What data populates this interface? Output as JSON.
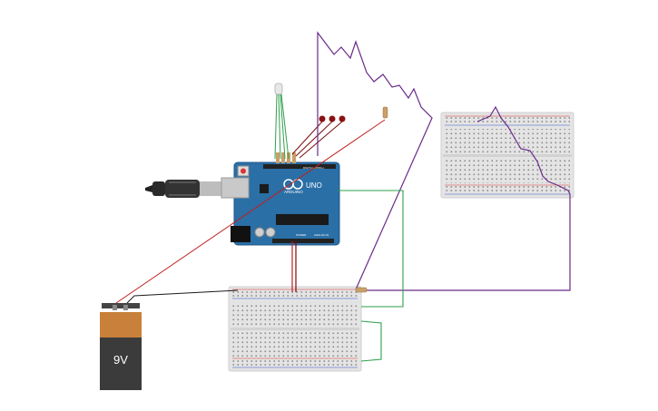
{
  "arduino": {
    "brand": "ARDUINO",
    "model": "UNO",
    "header_power_label": "POWER",
    "header_analog_label": "ANALOG IN",
    "header_digital_label": "DIGITAL (PWM~)"
  },
  "battery": {
    "label": "9V",
    "colors": {
      "top": "#c8803a",
      "body": "#3b3b3b"
    }
  },
  "wires": {
    "red": "#c02020",
    "black": "#1a1a1a",
    "green": "#2ea04a",
    "purple": "#6a2a8a",
    "darkred": "#7a0a0a"
  },
  "board": {
    "color": "#2a6fa6"
  }
}
